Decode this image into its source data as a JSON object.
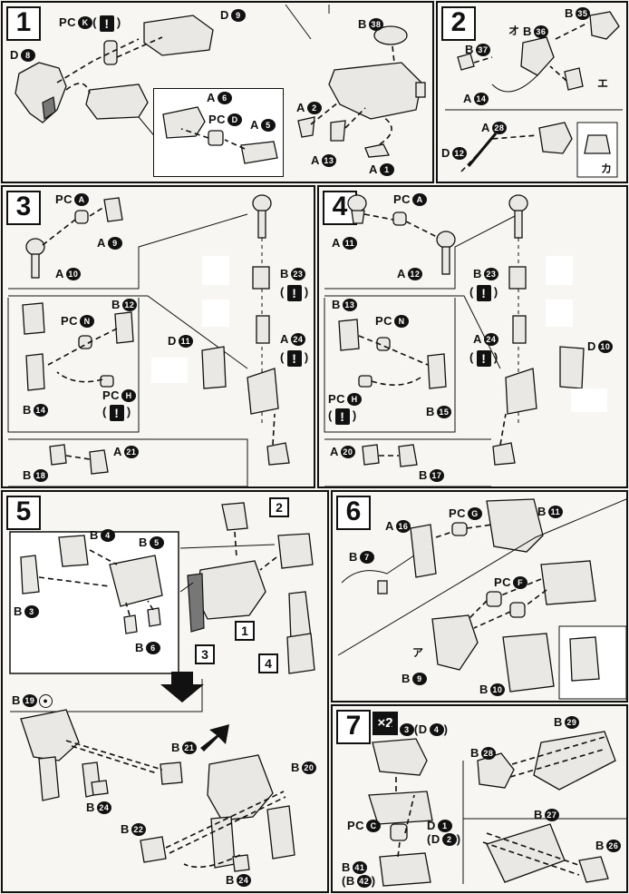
{
  "steps": [
    {
      "number": "1",
      "labels": [
        "PC",
        "K",
        "(",
        ")",
        "D",
        "9",
        "D",
        "8",
        "B",
        "38",
        "A",
        "6",
        "PC",
        "D",
        "A",
        "5",
        "A",
        "2",
        "A",
        "13",
        "A",
        "1"
      ]
    },
    {
      "number": "2",
      "labels": [
        "B",
        "35",
        "B",
        "37",
        "B",
        "36",
        "A",
        "14",
        "A",
        "28",
        "D",
        "12"
      ]
    },
    {
      "number": "3",
      "labels": [
        "PC",
        "A",
        "A",
        "9",
        "A",
        "10",
        "B",
        "23",
        "B",
        "12",
        "PC",
        "N",
        "D",
        "11",
        "A",
        "24",
        "PC",
        "H",
        "B",
        "14",
        "A",
        "21",
        "B",
        "18"
      ]
    },
    {
      "number": "4",
      "labels": [
        "PC",
        "A",
        "A",
        "11",
        "A",
        "12",
        "B",
        "23",
        "B",
        "13",
        "PC",
        "N",
        "A",
        "24",
        "D",
        "10",
        "PC",
        "H",
        "B",
        "15",
        "A",
        "20",
        "B",
        "17"
      ]
    },
    {
      "number": "5",
      "labels": [
        "B",
        "4",
        "B",
        "5",
        "B",
        "3",
        "B",
        "6",
        "2",
        "1",
        "3",
        "4",
        "B",
        "19",
        "B",
        "21",
        "B",
        "24",
        "B",
        "20",
        "B",
        "22",
        "B",
        "24"
      ]
    },
    {
      "number": "6",
      "labels": [
        "A",
        "16",
        "PC",
        "G",
        "B",
        "11",
        "B",
        "7",
        "PC",
        "F",
        "B",
        "9",
        "B",
        "10"
      ]
    },
    {
      "number": "7",
      "multiplier": "×2",
      "labels": [
        "D",
        "3",
        "(D",
        "4",
        ")",
        "B",
        "29",
        "B",
        "28",
        "PC",
        "C",
        "D",
        "1",
        "(D",
        "2",
        ")",
        "B",
        "27",
        "B",
        "41",
        "(B",
        "42",
        ")",
        "B",
        "26"
      ]
    }
  ],
  "symbols": {
    "warning": "!",
    "cut_a": "オ",
    "cut_b": "エ",
    "cut_c": "カ",
    "cut_d": "ア"
  }
}
